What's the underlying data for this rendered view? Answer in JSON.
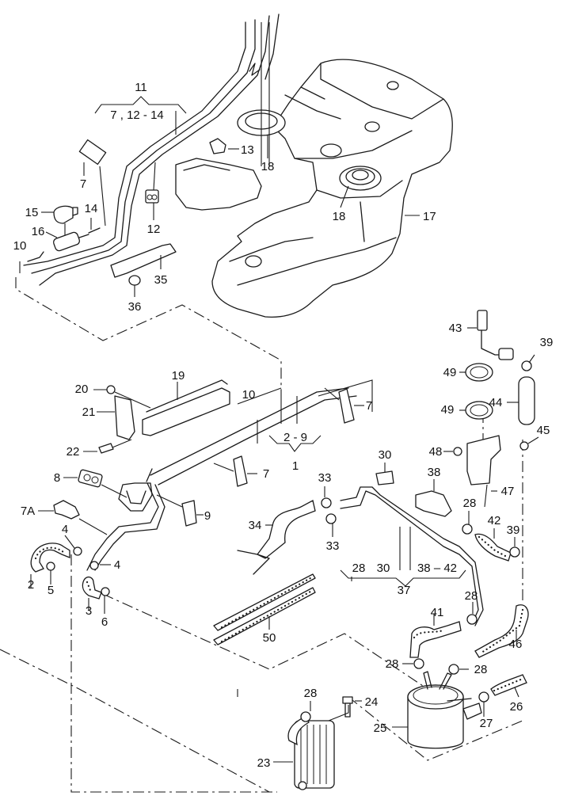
{
  "diagram": {
    "type": "exploded parts diagram",
    "subject": "Fuel tank, fuel lines and fuel filter assembly",
    "labels": {
      "l11": "11",
      "l11_range": "7 , 12 - 14",
      "l13": "13",
      "l18a": "18",
      "l18b": "18",
      "l17": "17",
      "l7a": "7",
      "l12": "12",
      "l15": "15",
      "l14": "14",
      "l16": "16",
      "l10a": "10",
      "l35": "35",
      "l36": "36",
      "l43": "43",
      "l39a": "39",
      "l49a": "49",
      "l49b": "49",
      "l44": "44",
      "l45": "45",
      "l19": "19",
      "l20": "20",
      "l21": "21",
      "l22": "22",
      "l10b": "10",
      "l7b": "7",
      "l1_range": "2 - 9",
      "l1": "1",
      "l8": "8",
      "l7c": "7",
      "l7A": "7A",
      "l9": "9",
      "l30": "30",
      "l33a": "33",
      "l33b": "33",
      "l34": "34",
      "l38": "38",
      "l48": "48",
      "l47": "47",
      "l28a": "28",
      "l42": "42",
      "l39b": "39",
      "l4a": "4",
      "l4b": "4",
      "l2": "2",
      "l5": "5",
      "l3": "3",
      "l6": "6",
      "l37_r1": "28",
      "l37_r2": "30",
      "l37_r3": "38 – 42",
      "l37": "37",
      "l28b": "28",
      "l41": "41",
      "l46": "46",
      "l50": "50",
      "l28c": "28",
      "l28d": "28",
      "l28e": "28",
      "l24": "24",
      "l26": "26",
      "l25": "25",
      "l27": "27",
      "l23": "23"
    },
    "parts": [
      {
        "ref": "1",
        "group": "2 - 9"
      },
      {
        "ref": "11",
        "group": "7, 12 - 14"
      },
      {
        "ref": "37",
        "group": "28, 30, 38 - 42"
      },
      {
        "ref": "17",
        "desc": "fuel tank"
      },
      {
        "ref": "25",
        "desc": "fuel filter housing"
      },
      {
        "ref": "23",
        "desc": "fuel cooler"
      },
      {
        "ref": "44",
        "desc": "fuel pump"
      },
      {
        "ref": "50",
        "desc": "cable ties"
      }
    ]
  }
}
